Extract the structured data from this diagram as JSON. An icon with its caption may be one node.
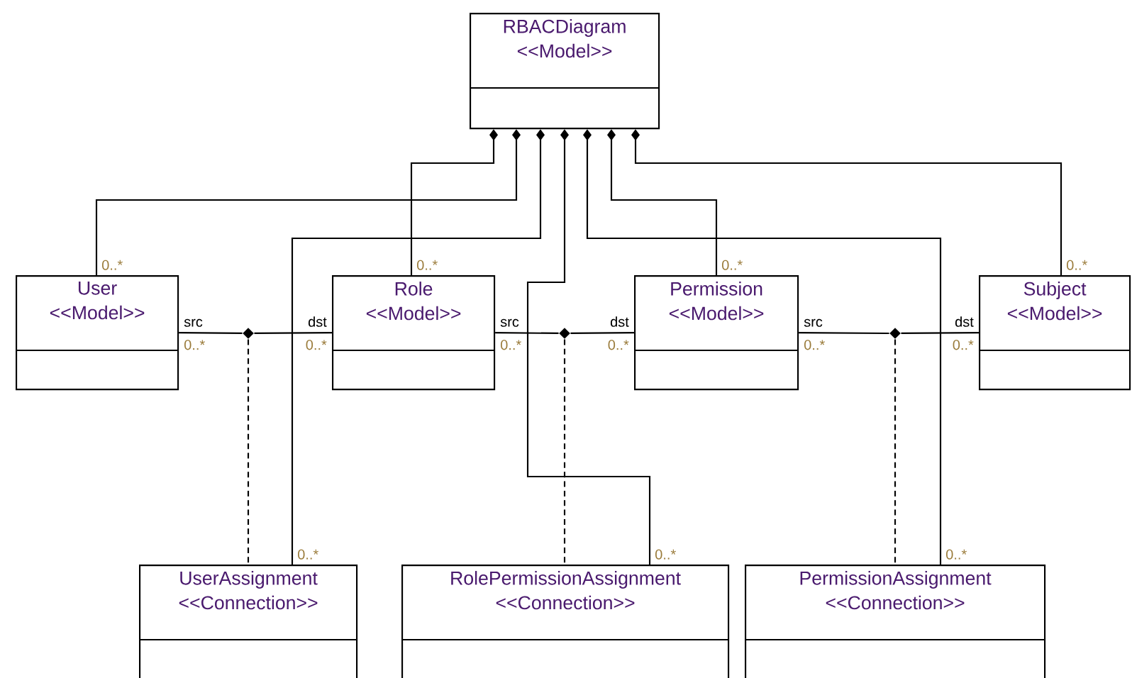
{
  "diagram": {
    "nodes": [
      {
        "text": [
          "RBACDiagram",
          "<<Model>>"
        ]
      },
      {
        "text": [
          "User",
          "<<Model>>"
        ]
      },
      {
        "text": [
          "Role",
          "<<Model>>"
        ]
      },
      {
        "text": [
          "Permission",
          "<<Model>>"
        ]
      },
      {
        "text": [
          "Subject",
          "<<Model>>"
        ]
      },
      {
        "text": [
          "UserAssignment",
          "<<Connection>>"
        ]
      },
      {
        "text": [
          "RolePermissionAssignment",
          "<<Connection>>"
        ]
      },
      {
        "text": [
          "PermissionAssignment",
          "<<Connection>>"
        ]
      },
      {
        "text": [],
        "shape": "diamond"
      },
      {
        "text": [],
        "shape": "diamond"
      },
      {
        "text": [],
        "shape": "diamond"
      }
    ],
    "edges": [
      {
        "from": 0,
        "to": 1,
        "arrow": "other",
        "label": "0..*"
      },
      {
        "from": 0,
        "to": 2,
        "arrow": "other",
        "label": "0..*"
      },
      {
        "from": 0,
        "to": 3,
        "arrow": "other",
        "label": "0..*"
      },
      {
        "from": 0,
        "to": 4,
        "arrow": "other",
        "label": "0..*"
      },
      {
        "from": 0,
        "to": 5,
        "arrow": "other",
        "label": "0..*"
      },
      {
        "from": 0,
        "to": 6,
        "arrow": "other",
        "label": "0..*"
      },
      {
        "from": 0,
        "to": 7,
        "arrow": "other",
        "label": "0..*"
      },
      {
        "from": 1,
        "to": 8,
        "arrow": "none"
      },
      {
        "from": 8,
        "to": 2,
        "arrow": "none"
      },
      {
        "from": 8,
        "to": 5,
        "arrow": "none",
        "style": "dashed"
      },
      {
        "from": 2,
        "to": 9,
        "arrow": "none"
      },
      {
        "from": 9,
        "to": 3,
        "arrow": "none"
      },
      {
        "from": 9,
        "to": 6,
        "arrow": "none",
        "style": "dashed"
      },
      {
        "from": 3,
        "to": 10,
        "arrow": "none"
      },
      {
        "from": 10,
        "to": 4,
        "arrow": "none"
      },
      {
        "from": 10,
        "to": 7,
        "arrow": "none",
        "style": "dashed"
      }
    ],
    "labels": [
      "src",
      "0..*",
      "dst",
      "0..*",
      "src",
      "0..*",
      "dst",
      "0..*",
      "src",
      "0..*",
      "dst",
      "0..*"
    ]
  }
}
